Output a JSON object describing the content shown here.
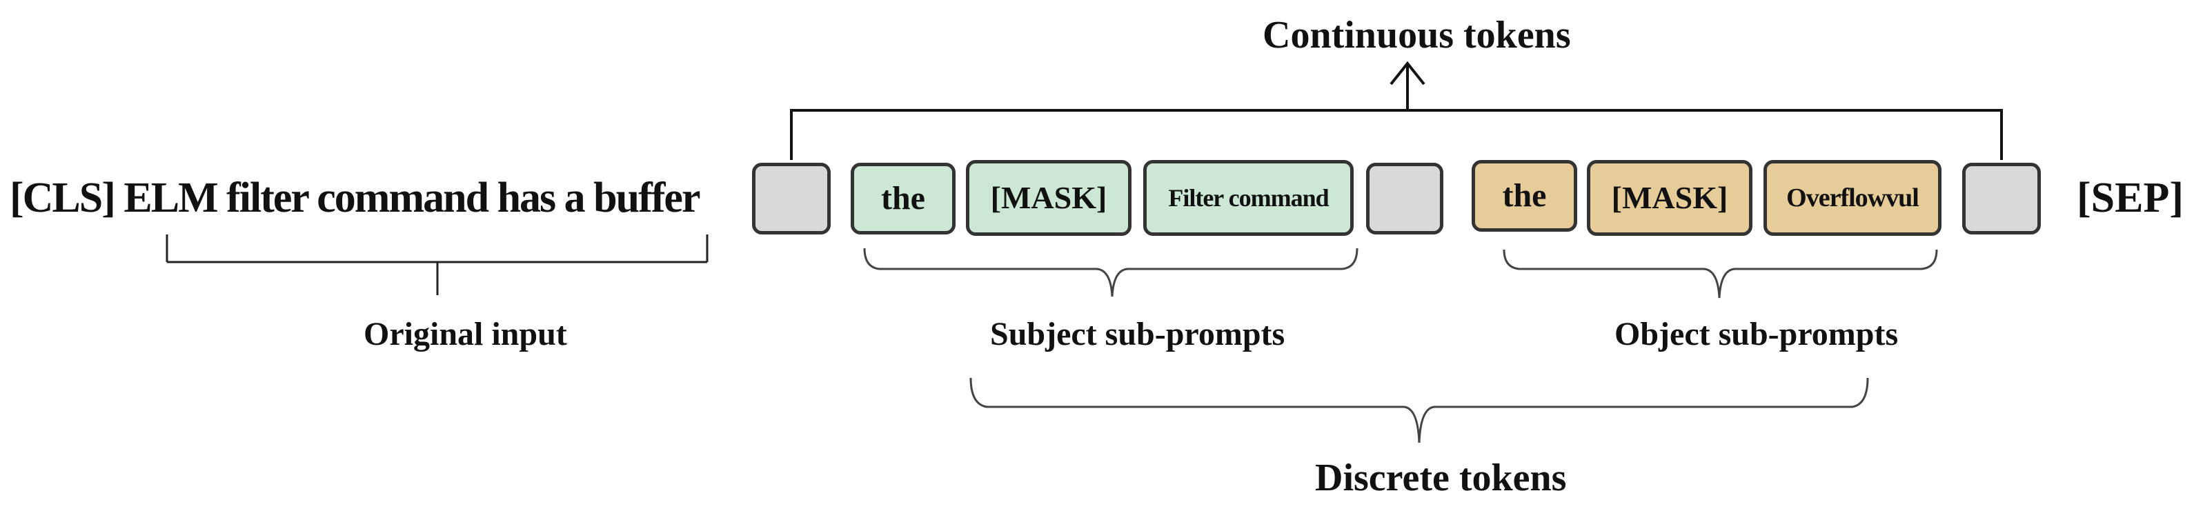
{
  "continuous_label": "Continuous tokens",
  "discrete_label": "Discrete tokens",
  "input_text": "[CLS] ELM filter command has a buffer",
  "original_input_label": "Original input",
  "sep_text": "[SEP]",
  "subject": {
    "label": "Subject sub-prompts",
    "tokens": [
      "the",
      "[MASK]",
      "Filter command"
    ]
  },
  "object": {
    "label": "Object sub-prompts",
    "tokens": [
      "the",
      "[MASK]",
      "Overflowvul"
    ]
  },
  "colors": {
    "continuous_token": "#d9d9d9",
    "subject_token": "#cce8d4",
    "object_token": "#e6cc99",
    "border": "#333333"
  }
}
